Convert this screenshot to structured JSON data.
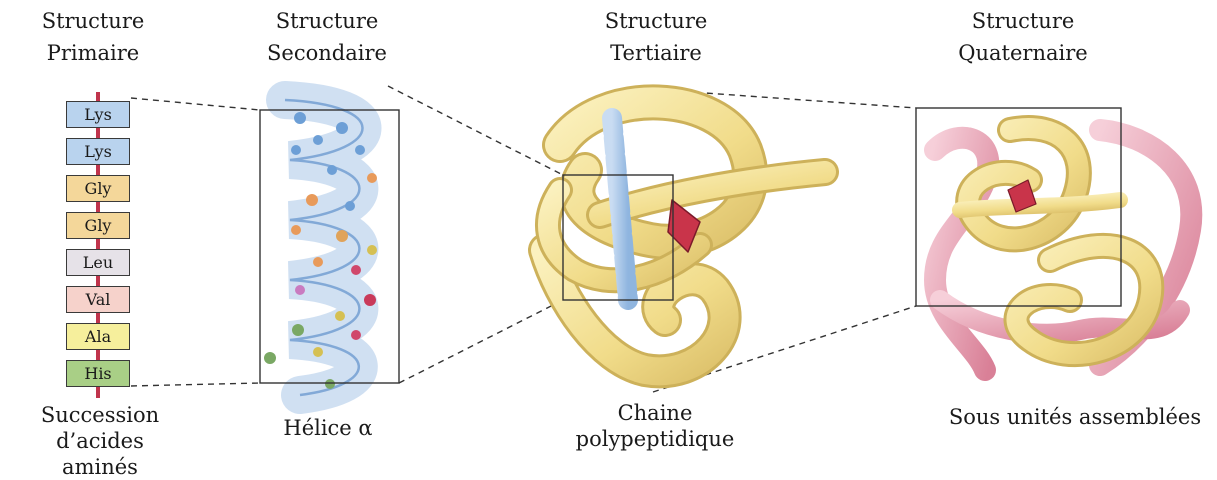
{
  "headers": {
    "primary": [
      "Structure",
      "Primaire"
    ],
    "secondary": [
      "Structure",
      "Secondaire"
    ],
    "tertiary": [
      "Structure",
      "Tertiaire"
    ],
    "quaternary": [
      "Structure",
      "Quaternaire"
    ]
  },
  "amino_acids": [
    {
      "name": "Lys",
      "color": "#b9d3ee"
    },
    {
      "name": "Lys",
      "color": "#b9d3ee"
    },
    {
      "name": "Gly",
      "color": "#f4d79a"
    },
    {
      "name": "Gly",
      "color": "#f4d79a"
    },
    {
      "name": "Leu",
      "color": "#e6e2e8"
    },
    {
      "name": "Val",
      "color": "#f6d2cb"
    },
    {
      "name": "Ala",
      "color": "#f6ef9c"
    },
    {
      "name": "His",
      "color": "#a9cf86"
    }
  ],
  "captions": {
    "primary": [
      "Succession",
      "d’acides aminés"
    ],
    "secondary": "Hélice α",
    "tertiary": [
      "Chaine",
      "polypeptidique"
    ],
    "quaternary": "Sous unités assemblées"
  },
  "colors": {
    "helix_blue": "#8db4dc",
    "ribbon_yellow": "#f3e39a",
    "ribbon_pink": "#e7a3b4",
    "strand_red": "#c9344a"
  }
}
